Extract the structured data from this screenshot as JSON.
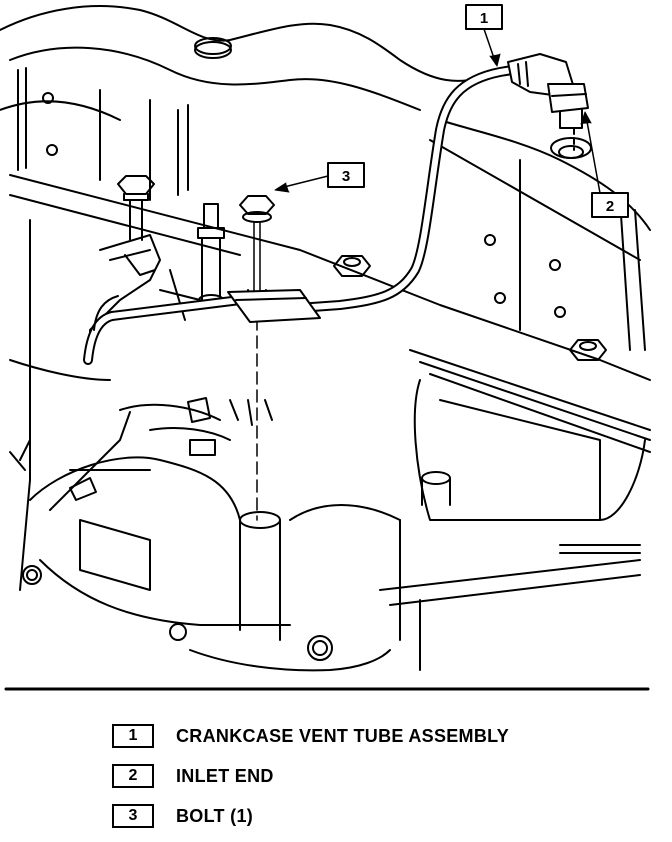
{
  "callouts": [
    {
      "number": "1"
    },
    {
      "number": "2"
    },
    {
      "number": "3"
    }
  ],
  "legend": [
    {
      "number": "1",
      "label": "CRANKCASE VENT TUBE ASSEMBLY"
    },
    {
      "number": "2",
      "label": "INLET END"
    },
    {
      "number": "3",
      "label": "BOLT (1)"
    }
  ]
}
